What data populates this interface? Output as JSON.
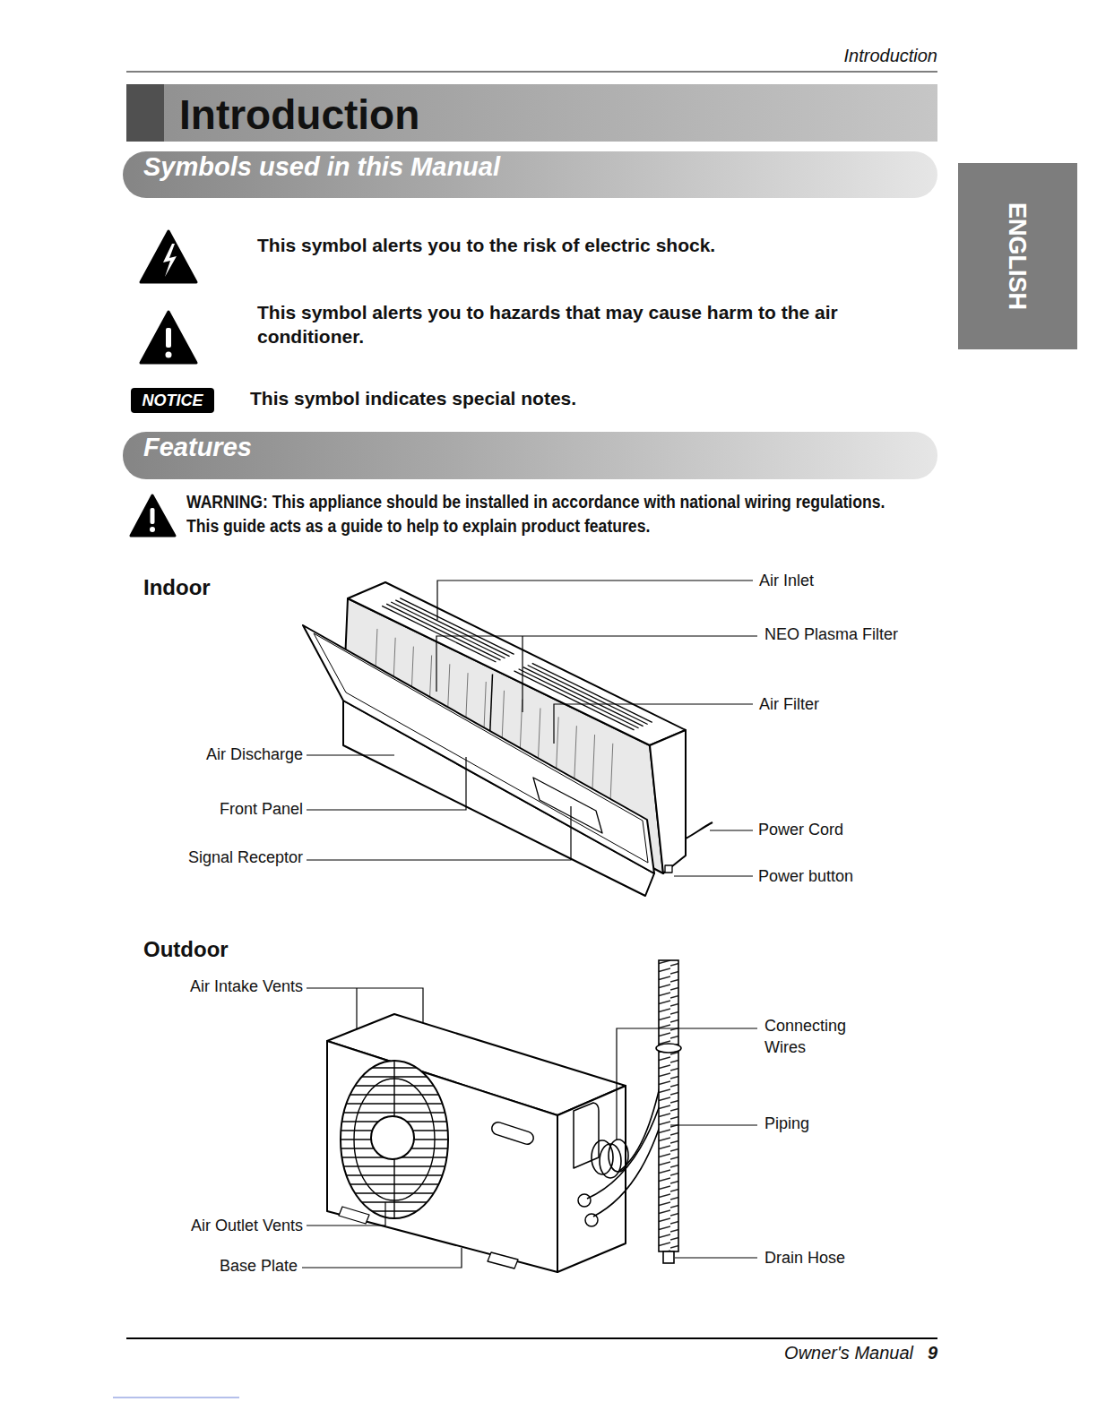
{
  "diagram": {
    "title": "Introduction",
    "nodes": [
      {
        "text": [
          "Symbols used in this Manual"
        ]
      },
      {
        "text": [
          "ENGLISH"
        ]
      },
      {
        "text": [
          "NOTICE"
        ]
      },
      {
        "text": [
          "Features"
        ]
      }
    ],
    "labels": [
      "Introduction",
      "This symbol alerts you to the risk of electric shock.",
      "This symbol alerts you to hazards that may cause harm to the air conditioner.",
      "This symbol indicates special notes.",
      "WARNING: This appliance should be installed in accordance with national wiring regulations. This guide acts as a guide to help to explain product features.",
      "Indoor",
      "Air Inlet",
      "NEO Plasma Filter",
      "Air Filter",
      "Air Discharge",
      "Front Panel",
      "Signal Receptor",
      "Power Cord",
      "Power button",
      "Outdoor",
      "Air Intake Vents",
      "Connecting Wires",
      "Piping",
      "Air Outlet Vents",
      "Base Plate",
      "Drain Hose",
      "Owner's Manual",
      "9"
    ]
  }
}
